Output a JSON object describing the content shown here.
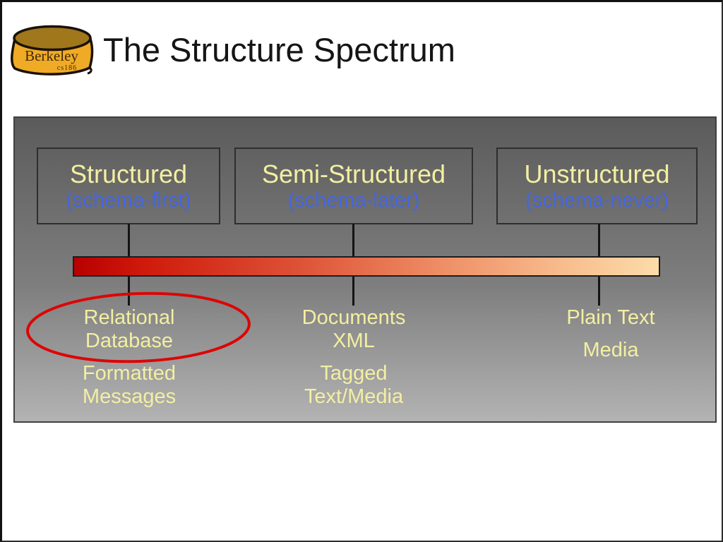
{
  "header": {
    "title": "The Structure Spectrum",
    "logo_text": "Berkeley",
    "logo_subtext": "cs186"
  },
  "spectrum": {
    "columns": [
      {
        "heading": "Structured",
        "subheading": "(schema-first)",
        "items": [
          {
            "lines": [
              "Relational",
              "Database"
            ],
            "circled": true
          },
          {
            "lines": [
              "Formatted",
              "Messages"
            ],
            "circled": false
          }
        ]
      },
      {
        "heading": "Semi-Structured",
        "subheading": "(schema-later)",
        "items": [
          {
            "lines": [
              "Documents",
              "XML"
            ],
            "circled": false
          },
          {
            "lines": [
              "Tagged",
              "Text/Media"
            ],
            "circled": false
          }
        ]
      },
      {
        "heading": "Unstructured",
        "subheading": "(schema-never)",
        "items": [
          {
            "lines": [
              "Plain Text"
            ],
            "circled": false
          },
          {
            "lines": [
              "Media"
            ],
            "circled": false
          }
        ]
      }
    ]
  },
  "colors": {
    "panel_top": "#5b5b5b",
    "panel_bottom": "#b3b3b3",
    "accent_yellow": "#f3efa2",
    "accent_blue": "#4466e0",
    "bar_left": "#b80000",
    "bar_right": "#fcdcaa",
    "highlight_red": "#dd0505",
    "title": "#151515",
    "logo_gold": "#efab26",
    "logo_gold_dark": "#a1771c",
    "logo_text": "#42290b"
  }
}
